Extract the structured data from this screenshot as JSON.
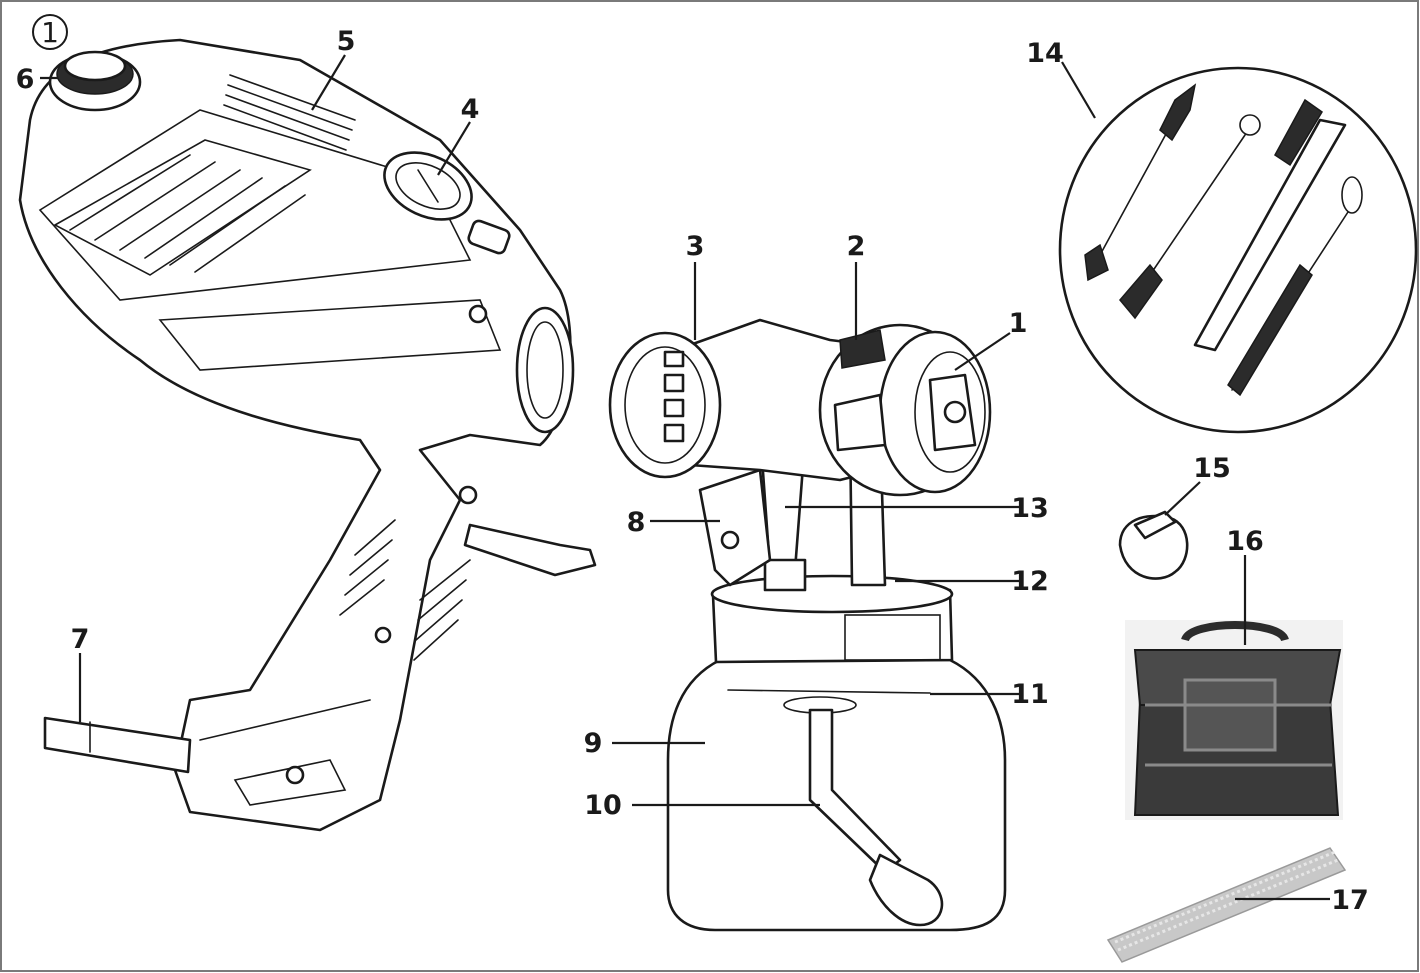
{
  "figure": {
    "number": "1",
    "border_color": "#7a7a7a"
  },
  "callouts": [
    {
      "id": "1",
      "label": "1"
    },
    {
      "id": "2",
      "label": "2"
    },
    {
      "id": "3",
      "label": "3"
    },
    {
      "id": "4",
      "label": "4"
    },
    {
      "id": "5",
      "label": "5"
    },
    {
      "id": "6",
      "label": "6"
    },
    {
      "id": "7",
      "label": "7"
    },
    {
      "id": "8",
      "label": "8"
    },
    {
      "id": "9",
      "label": "9"
    },
    {
      "id": "10",
      "label": "10"
    },
    {
      "id": "11",
      "label": "11"
    },
    {
      "id": "12",
      "label": "12"
    },
    {
      "id": "13",
      "label": "13"
    },
    {
      "id": "14",
      "label": "14"
    },
    {
      "id": "15",
      "label": "15"
    },
    {
      "id": "16",
      "label": "16"
    },
    {
      "id": "17",
      "label": "17"
    }
  ],
  "colors": {
    "line": "#1a1a1a",
    "bag_body": "#3a3a3a",
    "bag_trim": "#8a8a8a",
    "filter_mesh": "#c8c8c8"
  }
}
